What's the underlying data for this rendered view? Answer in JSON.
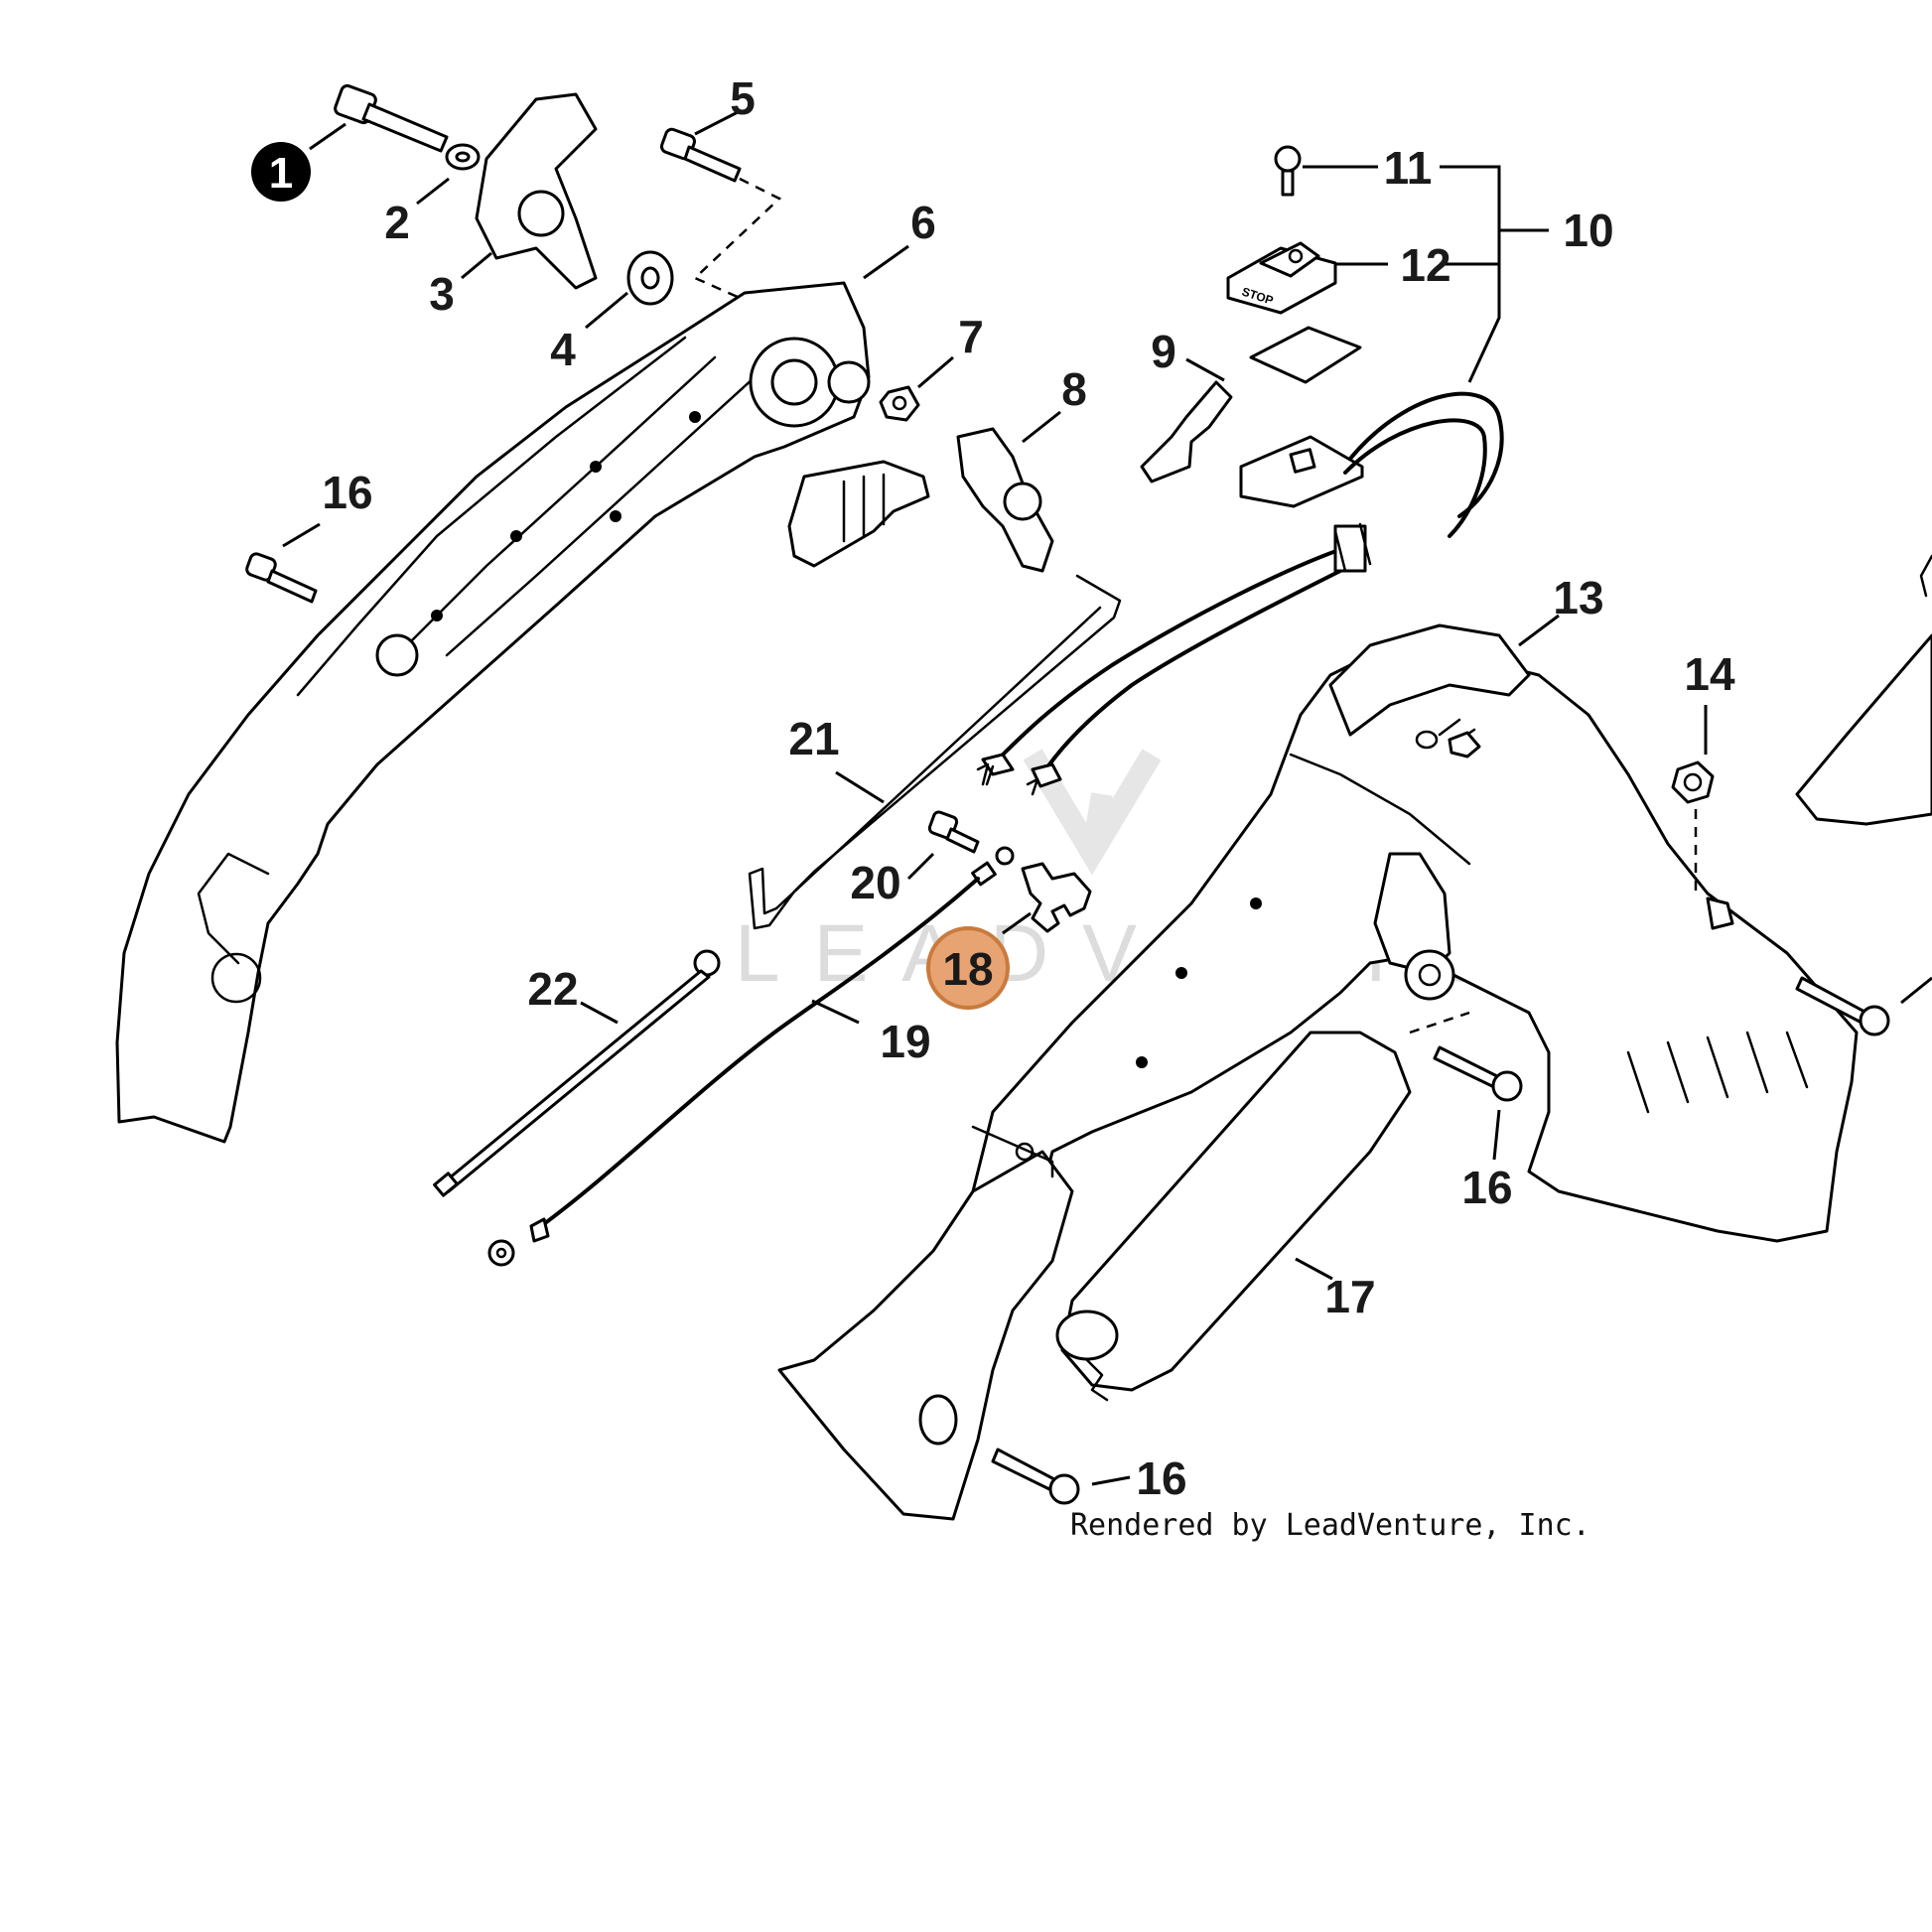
{
  "diagram": {
    "highlight_color": "#e8a372",
    "highlight_stroke": "#c97a3c",
    "callouts": {
      "c1": "1",
      "c2": "2",
      "c3": "3",
      "c4": "4",
      "c5": "5",
      "c6": "6",
      "c7": "7",
      "c8": "8",
      "c9": "9",
      "c10": "10",
      "c11": "11",
      "c12": "12",
      "c13": "13",
      "c14": "14",
      "c16a": "16",
      "c16b": "16",
      "c16c": "16",
      "c17": "17",
      "c18": "18",
      "c19": "19",
      "c20": "20",
      "c21": "21",
      "c22": "22"
    },
    "stop_tag": "STOP",
    "watermark": "LEADVENTURE",
    "credit": "Rendered by LeadVenture, Inc."
  }
}
